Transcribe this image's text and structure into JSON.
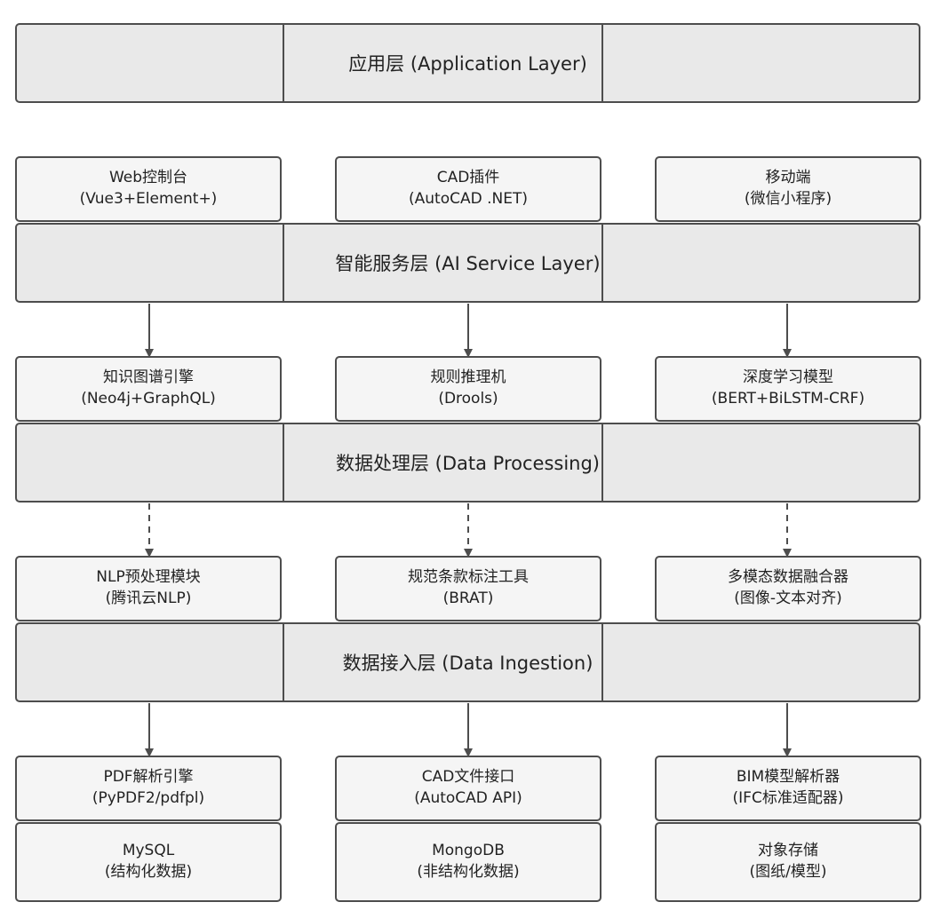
{
  "layers": {
    "application": "应用层 (Application Layer)",
    "ai_service": "智能服务层 (AI Service Layer)",
    "data_processing": "数据处理层 (Data Processing)",
    "data_ingestion": "数据接入层 (Data Ingestion)"
  },
  "components": {
    "web_console": {
      "name": "Web控制台",
      "tech": "(Vue3+Element+)"
    },
    "cad_plugin": {
      "name": "CAD插件",
      "tech": "(AutoCAD .NET)"
    },
    "mobile": {
      "name": "移动端",
      "tech": "(微信小程序)"
    },
    "knowledge_graph": {
      "name": "知识图谱引擎",
      "tech": "(Neo4j+GraphQL)"
    },
    "rule_engine": {
      "name": "规则推理机",
      "tech": "(Drools)"
    },
    "deep_learning": {
      "name": "深度学习模型",
      "tech": "(BERT+BiLSTM-CRF)"
    },
    "nlp_preprocess": {
      "name": "NLP预处理模块",
      "tech": "(腾讯云NLP)"
    },
    "annotation_tool": {
      "name": "规范条款标注工具",
      "tech": "(BRAT)"
    },
    "multimodal_fusion": {
      "name": "多模态数据融合器",
      "tech": "(图像-文本对齐)"
    },
    "pdf_parser": {
      "name": "PDF解析引擎",
      "tech": "(PyPDF2/pdfpl)"
    },
    "cad_file_interface": {
      "name": "CAD文件接口",
      "tech": "(AutoCAD API)"
    },
    "bim_parser": {
      "name": "BIM模型解析器",
      "tech": "(IFC标准适配器)"
    },
    "mysql": {
      "name": "MySQL",
      "tech": "(结构化数据)"
    },
    "mongodb": {
      "name": "MongoDB",
      "tech": "(非结构化数据)"
    },
    "object_storage": {
      "name": "对象存储",
      "tech": "(图纸/模型)"
    }
  },
  "colors": {
    "layer_fill": "#e9e9e9",
    "component_fill": "#f5f5f5",
    "border": "#4d4d4d"
  }
}
